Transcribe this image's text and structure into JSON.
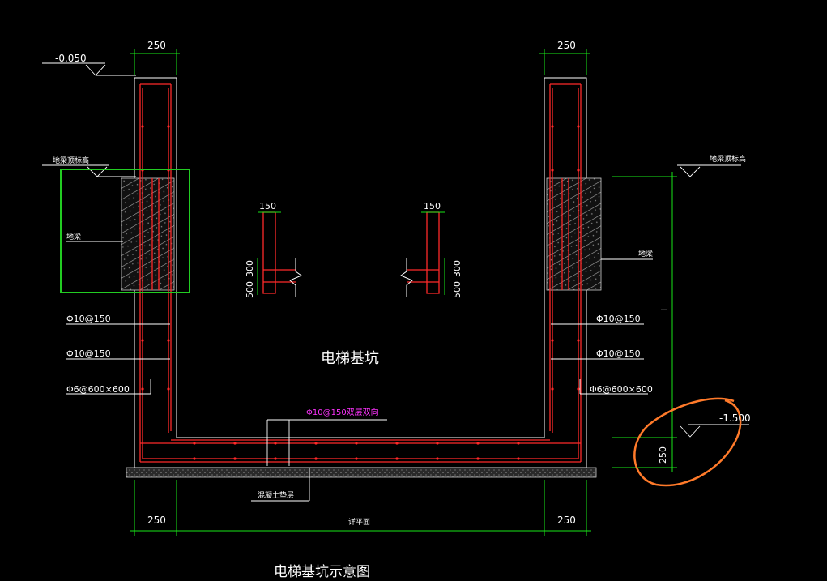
{
  "drawing": {
    "title": "电梯基坑示意图",
    "center_label": "电梯基坑",
    "elev_top": "-0.050",
    "elev_pit": "-1.500",
    "beam_top_left": "地梁顶标高",
    "beam_top_right": "地梁顶标高",
    "beam_left": "地梁",
    "beam_right": "地梁",
    "rebar_1": "Φ10@150",
    "rebar_2": "Φ10@150",
    "rebar_3": "Φ6@600×600",
    "rebar_4": "Φ10@150",
    "rebar_5": "Φ10@150",
    "rebar_6": "Φ6@600×600",
    "slab_rebar": "Φ10@150双层双向",
    "cushion": "混凝土垫层",
    "dim_top_left": "250",
    "dim_top_right": "250",
    "dim_bot_left": "250",
    "dim_bot_right": "250",
    "dim_bot_mid": "详平面",
    "dim_l": "L",
    "dim_250_right": "250",
    "detail_150_left": "150",
    "detail_150_right": "150",
    "detail_300_left": "300",
    "detail_500_left": "500",
    "detail_300_right": "300",
    "detail_500_right": "500"
  },
  "colors": {
    "background": "#000000",
    "concrete_outline": "#ffffff",
    "rebar": "#ff2a2a",
    "dimension": "#19e619",
    "magenta_text": "#ff33ff",
    "highlight_box": "#22cc22",
    "annotation_circle": "#ff7a2a"
  }
}
